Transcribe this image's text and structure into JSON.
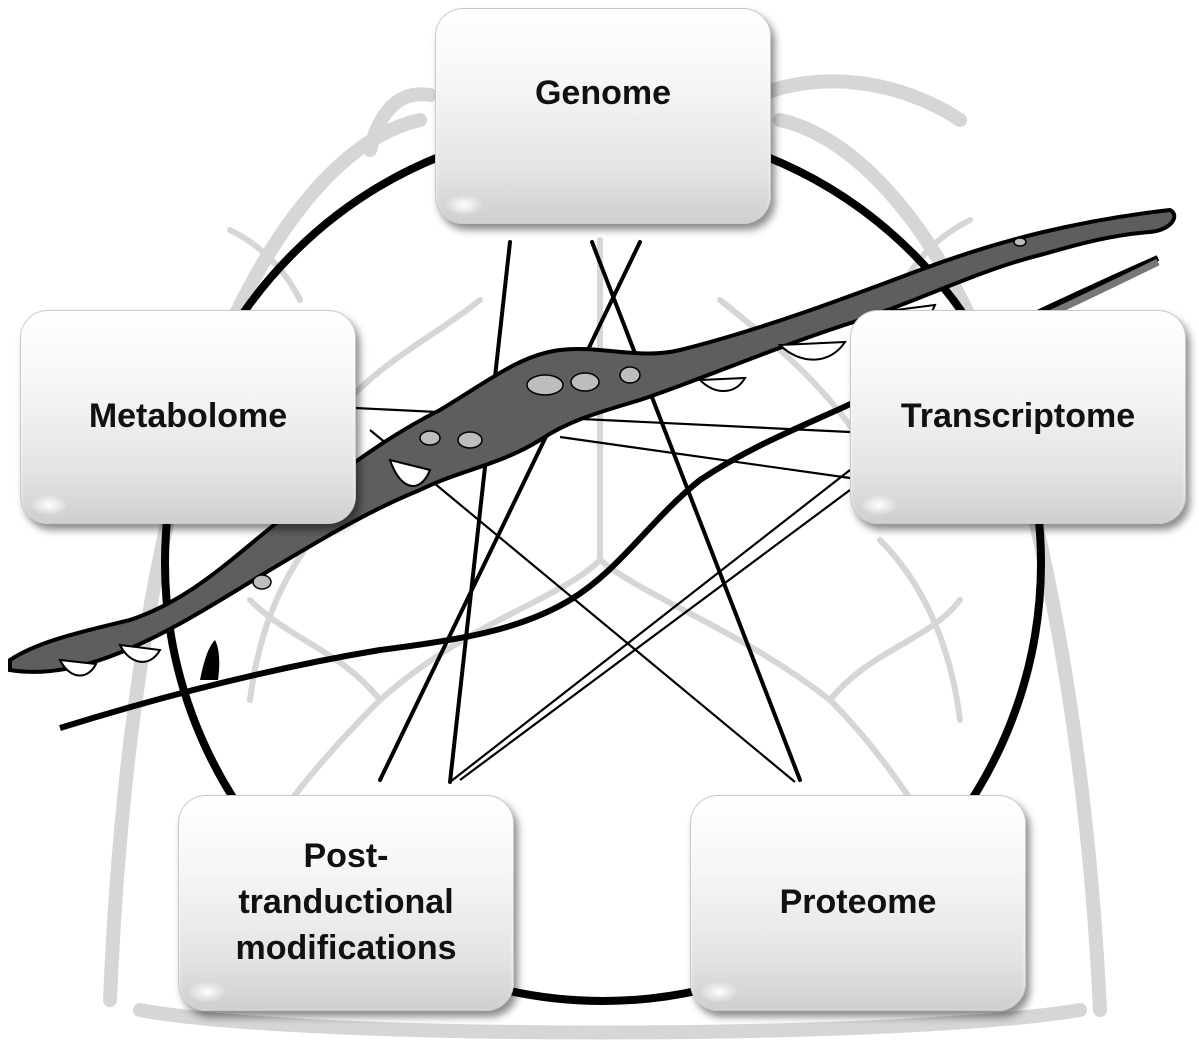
{
  "diagram": {
    "nodes": {
      "genome": {
        "label": "Genome"
      },
      "metabolome": {
        "label": "Metabolome"
      },
      "transcriptome": {
        "label": "Transcriptome"
      },
      "ptm": {
        "label": "Post-\ntranductional\nmodifications"
      },
      "proteome": {
        "label": "Proteome"
      }
    }
  }
}
